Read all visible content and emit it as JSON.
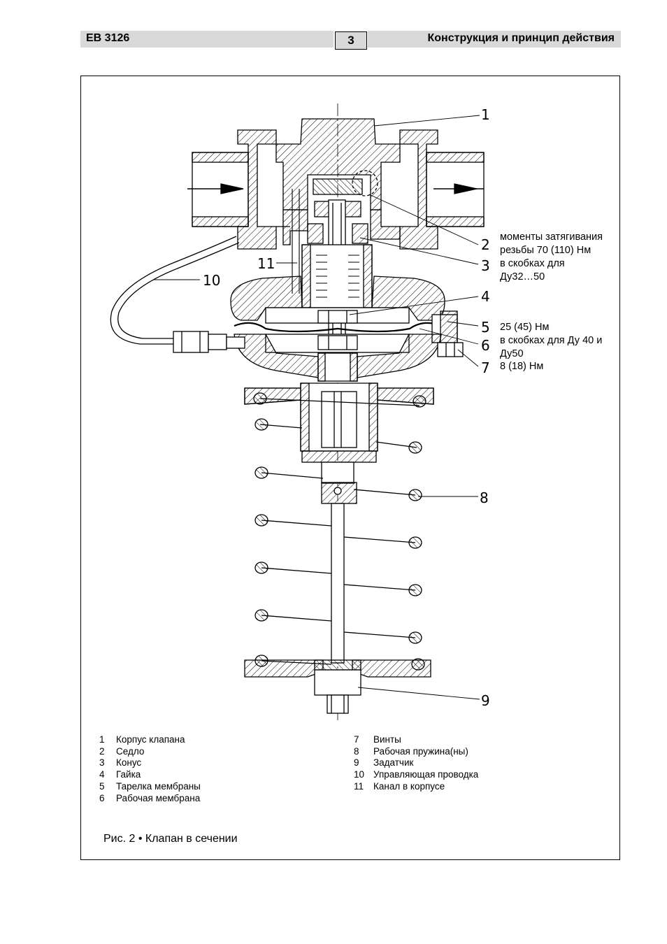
{
  "header": {
    "doc_code": "EB 3126",
    "page_number": "3",
    "section_title": "Конструкция и принцип действия"
  },
  "callouts": [
    "1",
    "2",
    "3",
    "4",
    "5",
    "6",
    "7",
    "8",
    "9",
    "10",
    "11"
  ],
  "torque_notes": {
    "group1": [
      "моменты затягивания",
      "резьбы 70 (110) Нм",
      "в скобках для",
      "Ду32…50"
    ],
    "group2": [
      "25 (45) Нм",
      "в скобках для Ду 40 и",
      "Ду50"
    ],
    "group3": [
      "8 (18) Нм"
    ]
  },
  "legend": {
    "left": [
      {
        "num": "1",
        "label": "Корпус клапана"
      },
      {
        "num": "2",
        "label": "Седло"
      },
      {
        "num": "3",
        "label": "Конус"
      },
      {
        "num": "4",
        "label": "Гайка"
      },
      {
        "num": "5",
        "label": "Тарелка мембраны"
      },
      {
        "num": "6",
        "label": "Рабочая мембрана"
      }
    ],
    "right": [
      {
        "num": "7",
        "label": "Винты"
      },
      {
        "num": "8",
        "label": "Рабочая пружина(ны)"
      },
      {
        "num": "9",
        "label": "Задатчик"
      },
      {
        "num": "10",
        "label": "Управляющая проводка"
      },
      {
        "num": "11",
        "label": "Канал в корпусе"
      }
    ]
  },
  "caption": "Рис. 2 • Клапан в сечении"
}
